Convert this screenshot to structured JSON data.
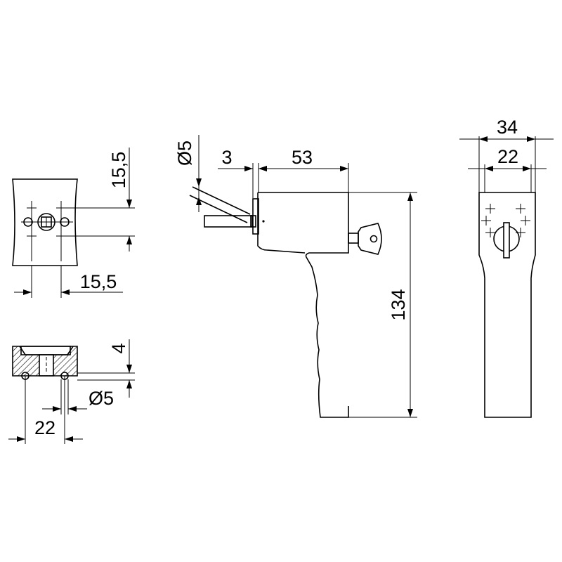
{
  "dimensions": {
    "mount_plate_vertical": "15,5",
    "mount_plate_horizontal": "15,5",
    "section_depth": "4",
    "section_hole_diameter": "Ø5",
    "section_width": "22",
    "side_spindle_diameter": "Ø5",
    "side_offset": "3",
    "side_projection": "53",
    "side_height": "134",
    "front_outer_width": "34",
    "front_inner_width": "22"
  }
}
